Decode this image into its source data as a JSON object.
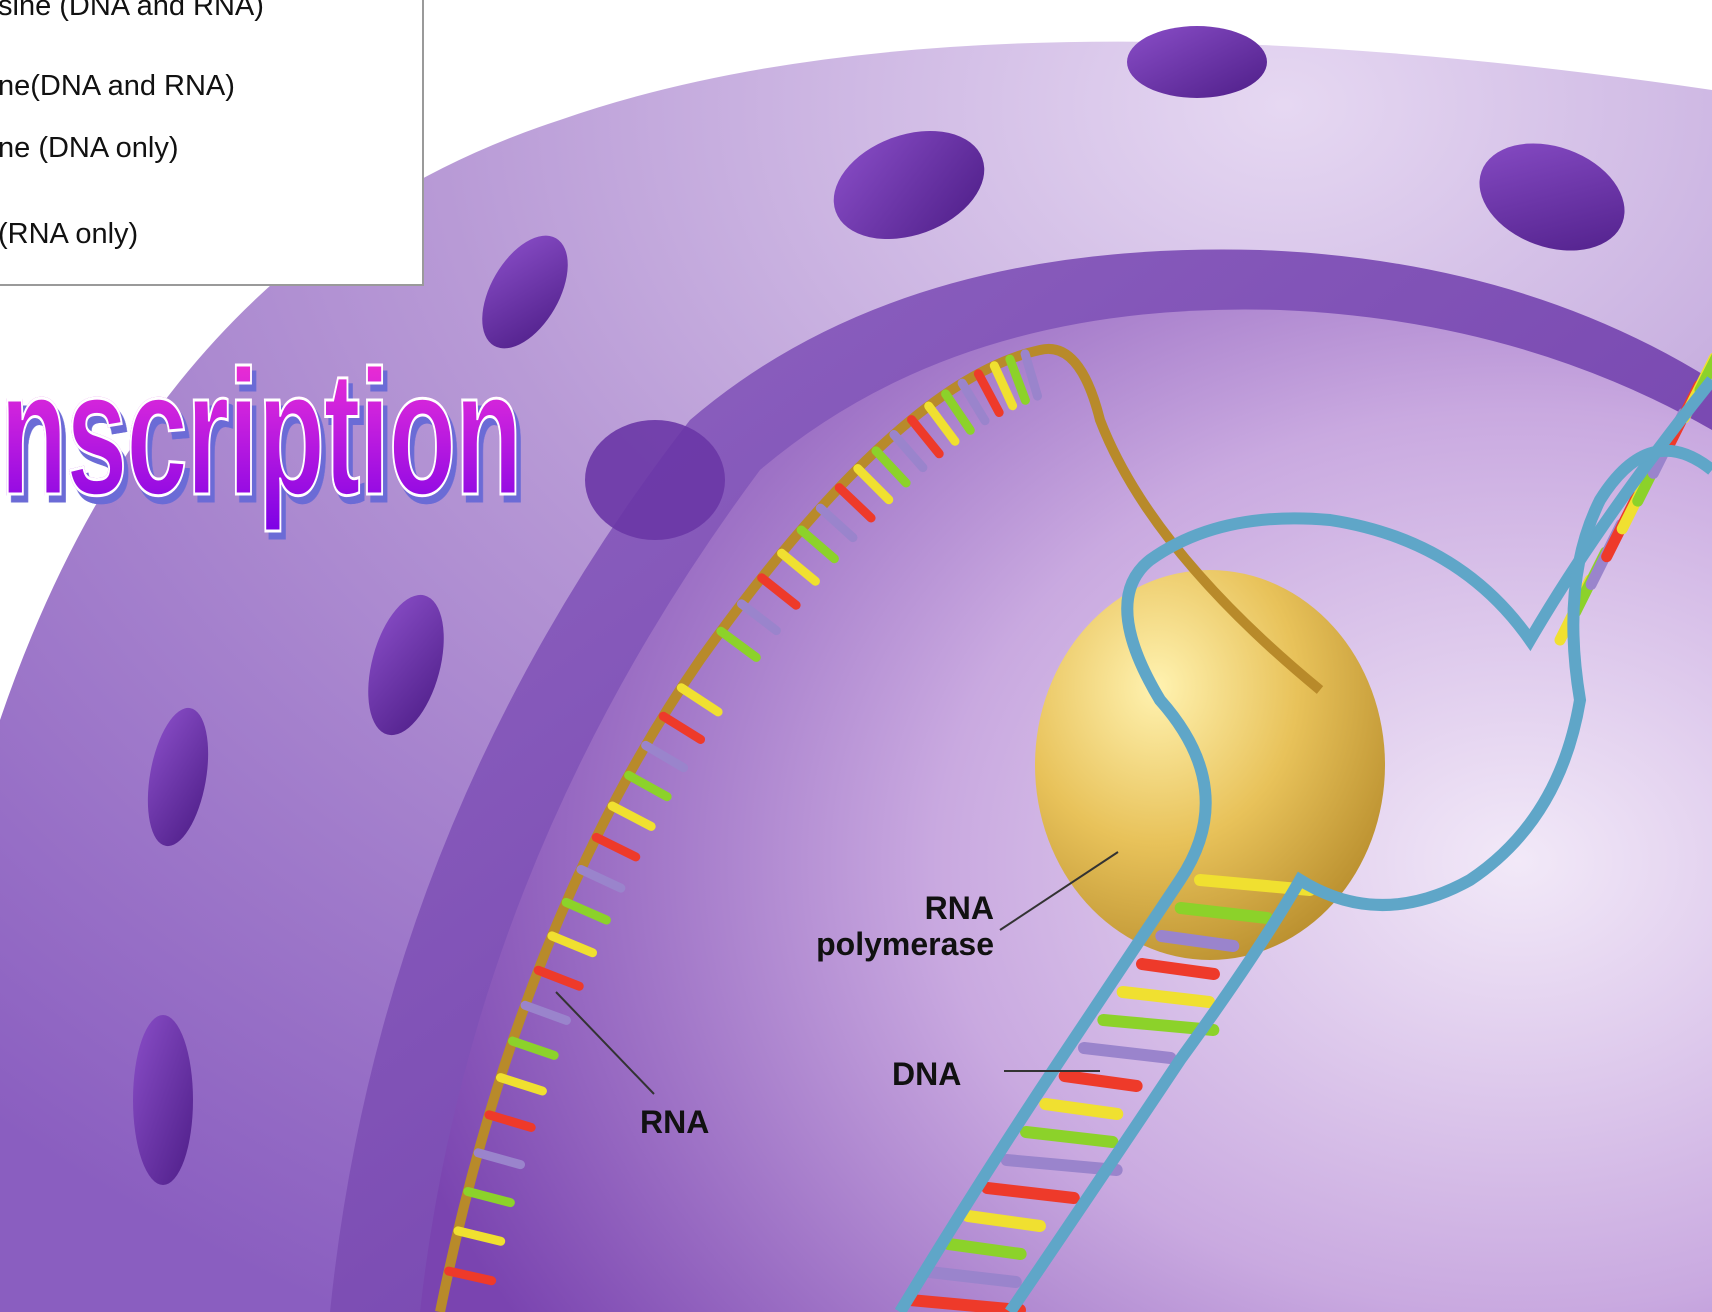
{
  "legend": {
    "lines": [
      "sine (DNA and RNA)",
      "ne(DNA and RNA)",
      "ne (DNA only)",
      "(RNA only)"
    ]
  },
  "title": "nscription",
  "labels": {
    "rna_polymerase_line1": "RNA",
    "rna_polymerase_line2": "polymerase",
    "dna": "DNA",
    "rna": "RNA"
  },
  "colors": {
    "nucleus_outer": "#a889c8",
    "nucleus_inner": "#8d5ab8",
    "nuclear_pore": "#6a2fa6",
    "dna_backbone": "#5fa6c8",
    "rna_backbone": "#b88a2a",
    "polymerase": "#e2b84a",
    "base_red": "#ee3a2a",
    "base_yellow": "#f0e030",
    "base_green": "#8cd22a",
    "base_lavender": "#9a84cc"
  }
}
